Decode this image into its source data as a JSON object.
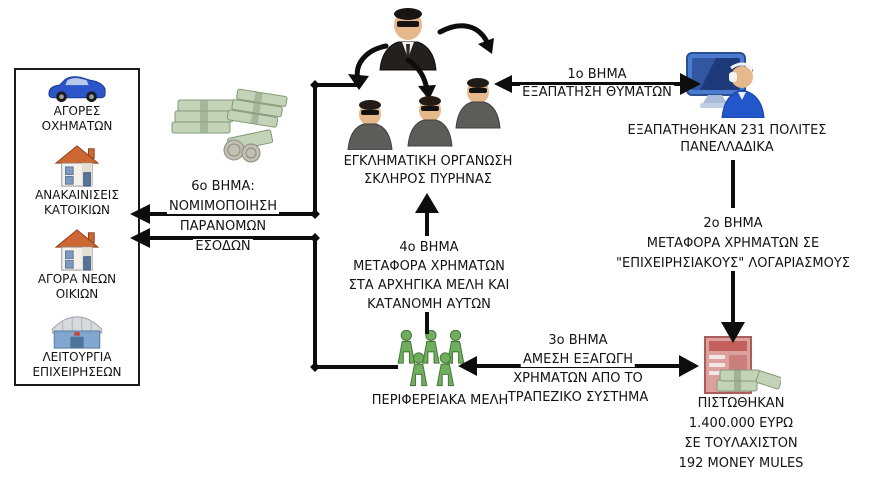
{
  "colors": {
    "line_black": "#0d0d0d",
    "text_black": "#141414",
    "car_blue": "#2b55c8",
    "roof_orange": "#cd6733",
    "wall_cream": "#f4f1ea",
    "warehouse_blue": "#7fa7cf",
    "cash_green": "#c3d3b8",
    "coin_gray": "#c2bfb3",
    "suit_black": "#23201d",
    "shirt_gray": "#5c5c5a",
    "skin": "#e6b98c",
    "member_green": "#6fae5c",
    "member_green_dark": "#47783b",
    "monitor_blue": "#4a7bd0",
    "screen_navy": "#1d3a7a",
    "victim_blue": "#2257cc",
    "ledger_pink": "#dca09d",
    "ledger_red": "#c4615e"
  },
  "left_box": {
    "items": [
      {
        "icon": "car-icon",
        "label": "ΑΓΟΡΕΣ ΟΧΗΜΑΤΩΝ"
      },
      {
        "icon": "house-icon",
        "label": "ΑΝΑΚΑΙΝΙΣΕΙΣ ΚΑΤΟΙΚΙΩΝ"
      },
      {
        "icon": "house-icon",
        "label": "ΑΓΟΡΑ ΝΕΩΝ ΟΙΚΙΩΝ"
      },
      {
        "icon": "warehouse-icon",
        "label": "ΛΕΙΤΟΥΡΓΙΑ ΕΠΙΧΕΙΡΗΣΕΩΝ"
      }
    ]
  },
  "money_pile": {
    "icon": "cash-stacks-icon"
  },
  "criminal_org": {
    "icon": "boss-and-members-icon",
    "line1": "ΕΓΚΛΗΜΑΤΙΚΗ ΟΡΓΑΝΩΣΗ",
    "line2": "ΣΚΛΗΡΟΣ ΠΥΡΗΝΑΣ"
  },
  "victims": {
    "icon": "computer-user-icon",
    "line1": "ΕΞΑΠΑΤΗΘΗΚΑΝ 231 ΠΟΛΙΤΕΣ",
    "line2": "ΠΑΝΕΛΛΑΔΙΚΑ"
  },
  "peripheral_members": {
    "icon": "green-people-icon",
    "label": "ΠΕΡΙΦΕΡΕΙΑΚΑ ΜΕΛΗ"
  },
  "money_mules": {
    "icon": "ledger-cash-icon",
    "line1": "ΠΙΣΤΩΘΗΚΑΝ",
    "line2": "1.400.000 ΕΥΡΩ",
    "line3": "ΣΕ ΤΟΥΛΑΧΙΣΤΟΝ",
    "line4": "192 MONEY MULES"
  },
  "steps": {
    "step1": {
      "line1": "1ο ΒΗΜΑ",
      "line2": "ΕΞΑΠΑΤΗΣΗ ΘΥΜΑΤΩΝ"
    },
    "step2": {
      "line1": "2ο ΒΗΜΑ",
      "line2": "ΜΕΤΑΦΟΡΑ ΧΡΗΜΑΤΩΝ ΣΕ",
      "line3": "\"ΕΠΙΧΕΙΡΗΣΙΑΚΟΥΣ\" ΛΟΓΑΡΙΑΣΜΟΥΣ"
    },
    "step3": {
      "line1": "3ο ΒΗΜΑ",
      "line2": "ΑΜΕΣΗ ΕΞΑΓΩΓΗ",
      "line3": "ΧΡΗΜΑΤΩΝ ΑΠΟ ΤΟ",
      "line4": "ΤΡΑΠΕΖΙΚΟ ΣΥΣΤΗΜΑ"
    },
    "step4": {
      "line1": "4ο ΒΗΜΑ",
      "line2": "ΜΕΤΑΦΟΡΑ ΧΡΗΜΑΤΩΝ",
      "line3": "ΣΤΑ ΑΡΧΗΓΙΚΑ ΜΕΛΗ ΚΑΙ",
      "line4": "ΚΑΤΑΝΟΜΗ ΑΥΤΩΝ"
    },
    "step6": {
      "line1": "6ο ΒΗΜΑ:",
      "line2": "ΝΟΜΙΜΟΠΟΙΗΣΗ",
      "line3": "ΠΑΡΑΝΟΜΩΝ",
      "line4": "ΕΣΟΔΩΝ"
    }
  }
}
